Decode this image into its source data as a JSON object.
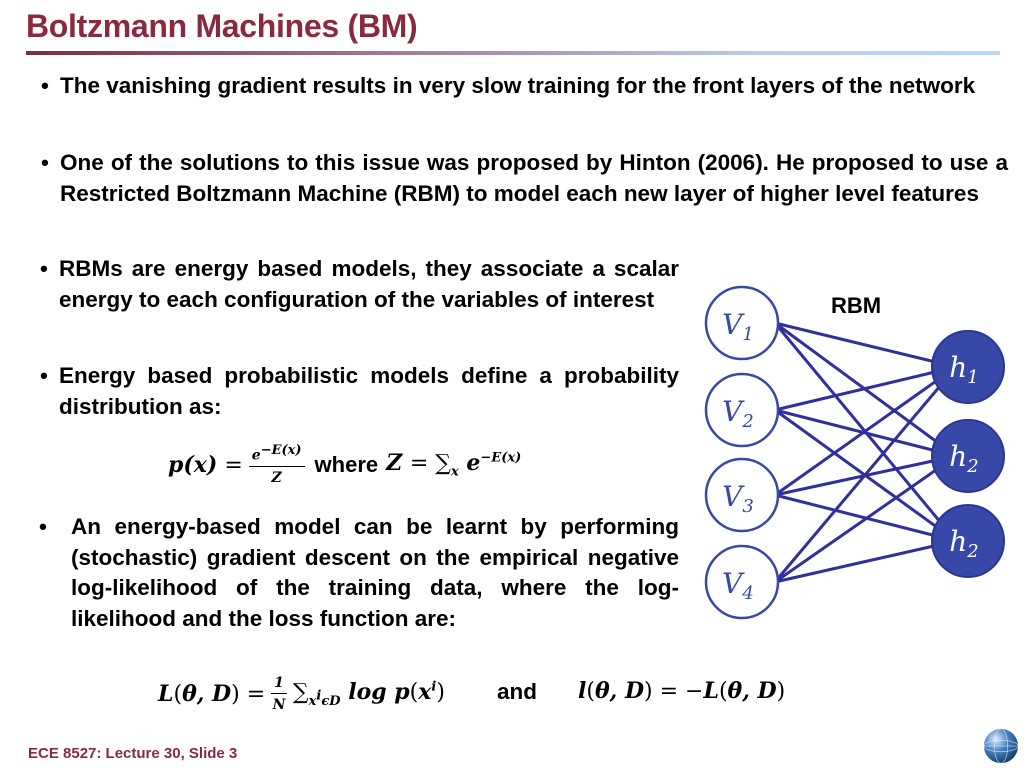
{
  "slide": {
    "title": "Boltzmann Machines (BM)",
    "footer": "ECE 8527: Lecture 30, Slide 3"
  },
  "bullets": {
    "marker": "•",
    "b1": "The vanishing gradient results in very slow training for the front layers of the network",
    "b2": "One of the solutions to this issue was proposed by Hinton (2006). He proposed to use a Restricted Boltzmann Machine (RBM) to model each new layer of higher level features",
    "b3": "RBMs are energy based models, they associate a scalar energy to each configuration of the variables of interest",
    "b4": "Energy based probabilistic models define a probability distribution as:",
    "b5": "An energy-based model can be learnt by performing (stochastic) gradient descent on the empirical negative log-likelihood of the training data, where the log-likelihood and the loss function are:"
  },
  "formulas": {
    "px_lhs": "p(x) =",
    "px_num": "e^{−E(x)}",
    "px_den": "Z",
    "where": "where",
    "z_def": "Z = ∑ₓ e^{−E(x)}",
    "loglik": "L(θ, D) = (1/N) ∑_{xⁱ∈D} log p(xⁱ)",
    "and": "and",
    "loss": "l(θ, D) = −L(θ, D)"
  },
  "diagram": {
    "label": "RBM",
    "node_fill": "#3848a8",
    "edge_color": "#2f2fa0",
    "visible": [
      "V1",
      "V2",
      "V3",
      "V4"
    ],
    "hidden": [
      "h1",
      "h2",
      "h2"
    ]
  },
  "colors": {
    "title": "#8b2a3e",
    "footer": "#8b2a3e",
    "node": "#3848a8"
  }
}
